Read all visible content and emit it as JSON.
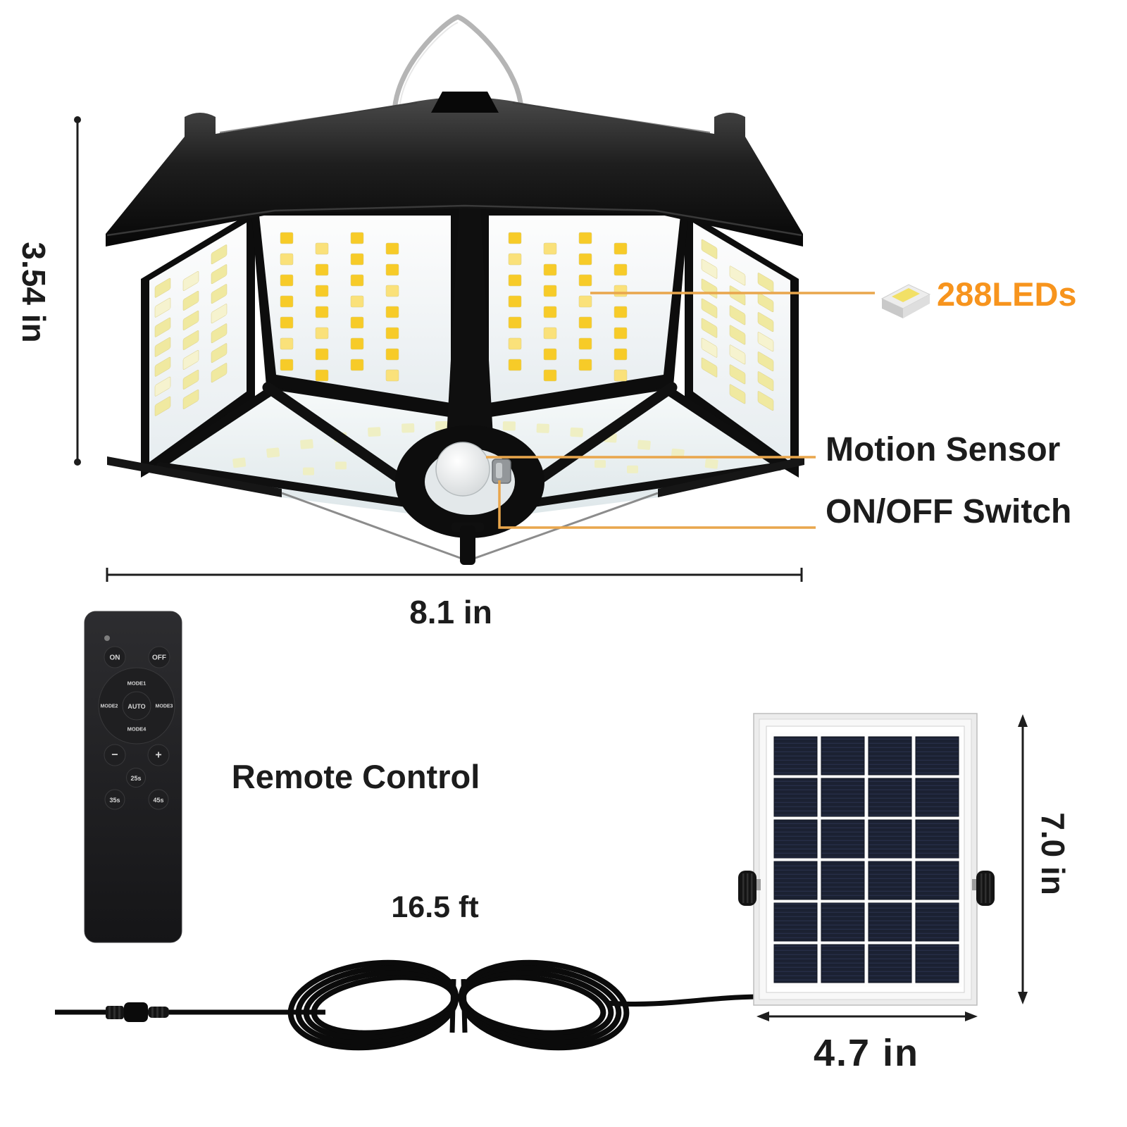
{
  "labels": {
    "leds": "288LEDs",
    "motion_sensor": "Motion Sensor",
    "on_off_switch": "ON/OFF Switch",
    "remote_control": "Remote Control"
  },
  "dimensions": {
    "lamp_height": "3.54 in",
    "lamp_width": "8.1 in",
    "cable_length": "16.5 ft",
    "panel_height": "7.0 in",
    "panel_width": "4.7 in"
  },
  "remote": {
    "power_on": "ON",
    "power_off": "OFF",
    "mode1": "MODE1",
    "mode2": "MODE2",
    "auto": "AUTO",
    "mode3": "MODE3",
    "mode4": "MODE4",
    "minus": "−",
    "plus": "+",
    "timer25": "25s",
    "timer35": "35s",
    "timer45": "45s"
  },
  "icons": {
    "led_chip_icon": "smd-led-chip",
    "hook_icon": "hanging-hook"
  },
  "colors": {
    "accent_orange": "#F7941D",
    "leader_orange": "#E9A64C",
    "led_yellow": "#F7CB28",
    "led_yellow_light": "#FAE17A",
    "side_led": "#F0E9A0",
    "band_led": "#EFEFC4",
    "solar_cell": "#1B2132",
    "lamp_black": "#101010"
  }
}
